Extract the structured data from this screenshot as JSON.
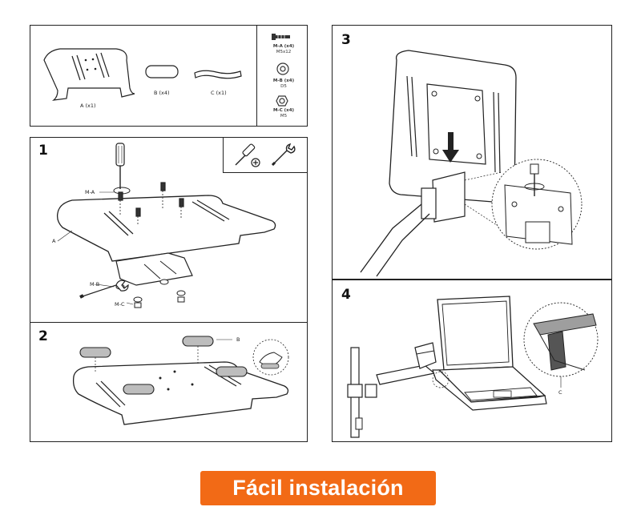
{
  "parts": {
    "plate": "A (x1)",
    "pad": "B (x4)",
    "strap": "C (x1)"
  },
  "hardware": {
    "screw": {
      "code": "M-A (x4)",
      "size": "M5x12"
    },
    "washer": {
      "code": "M-B (x4)",
      "size": "D5"
    },
    "nut": {
      "code": "M-C (x4)",
      "size": "M5"
    }
  },
  "steps": {
    "s1": {
      "number": "1",
      "label_ma": "M-A",
      "label_a": "A",
      "label_mb": "M-B",
      "label_mc": "M-C"
    },
    "s2": {
      "number": "2",
      "label_b": "B"
    },
    "s3": {
      "number": "3"
    },
    "s4": {
      "number": "4",
      "label_c": "C"
    }
  },
  "banner": {
    "text": "Fácil instalación",
    "color": "#f26a16"
  },
  "icons": [
    "screwdriver-icon",
    "wrench-icon",
    "arrow-down-icon",
    "rotate-icon"
  ]
}
